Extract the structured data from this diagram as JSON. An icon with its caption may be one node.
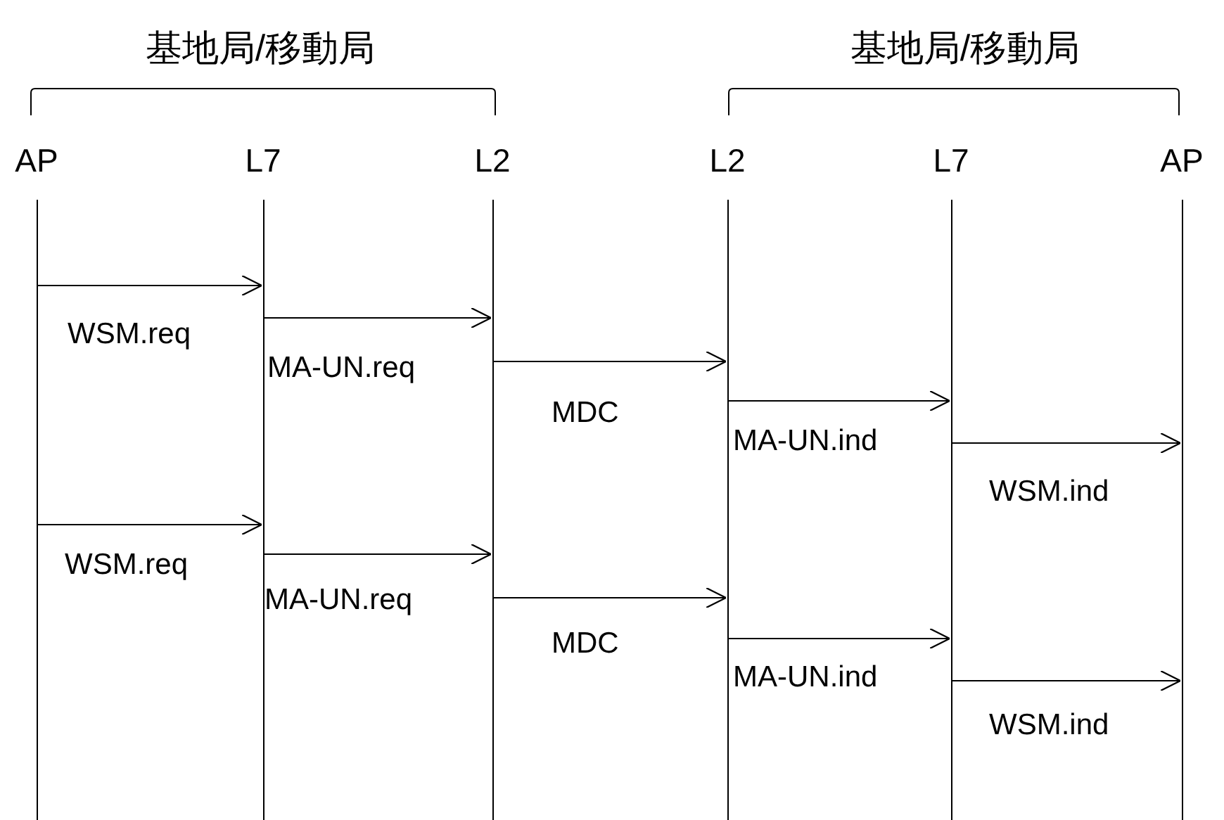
{
  "diagram": {
    "nodes": [
      {
        "text": [
          "AP"
        ]
      },
      {
        "text": [
          "L7"
        ]
      },
      {
        "text": [
          "L2"
        ]
      },
      {
        "text": [
          "L2"
        ]
      },
      {
        "text": [
          "L7"
        ]
      },
      {
        "text": [
          "AP"
        ]
      }
    ],
    "edges": [
      {
        "from": 0,
        "to": 1,
        "arrow": "to",
        "label": "WSM.req"
      },
      {
        "from": 1,
        "to": 2,
        "arrow": "to",
        "label": "MA-UN.req"
      },
      {
        "from": 2,
        "to": 3,
        "arrow": "to",
        "label": "MDC"
      },
      {
        "from": 3,
        "to": 4,
        "arrow": "to",
        "label": "MA-UN.ind"
      },
      {
        "from": 4,
        "to": 5,
        "arrow": "to",
        "label": "WSM.ind"
      },
      {
        "from": 0,
        "to": 1,
        "arrow": "to",
        "label": "WSM.req"
      },
      {
        "from": 1,
        "to": 2,
        "arrow": "to",
        "label": "MA-UN.req"
      },
      {
        "from": 2,
        "to": 3,
        "arrow": "to",
        "label": "MDC"
      },
      {
        "from": 3,
        "to": 4,
        "arrow": "to",
        "label": "MA-UN.ind"
      },
      {
        "from": 4,
        "to": 5,
        "arrow": "to",
        "label": "WSM.ind"
      }
    ],
    "labels": [
      "基地局/移動局",
      "基地局/移動局"
    ]
  }
}
